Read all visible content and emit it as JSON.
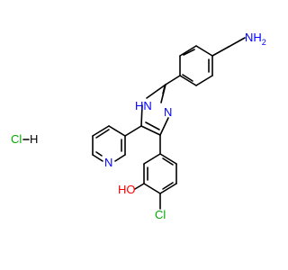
{
  "structure": {
    "colors": {
      "bond": "#000000",
      "nitrogen": "#0000ff",
      "oxygen": "#ff0000",
      "chlorine": "#00aa00",
      "carbon": "#000000",
      "background": "#ffffff"
    },
    "labels": {
      "amine_nh2": "NH",
      "amine_sub": "2",
      "imidazole_nh": "H",
      "imidazole_n_h": "N",
      "imidazole_n": "N",
      "pyridine_n": "N",
      "hydroxyl": "HO",
      "chloro": "Cl",
      "hcl_cl": "Cl",
      "hcl_dash": "–",
      "hcl_h": "H"
    }
  }
}
